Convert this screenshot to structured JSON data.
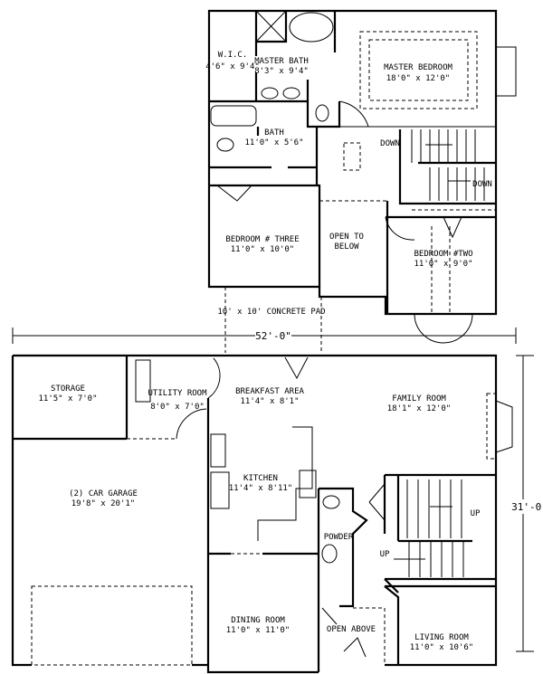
{
  "upper_floor": {
    "rooms": [
      {
        "name": "W.I.C.",
        "size": "4'6\" x 9'4\""
      },
      {
        "name": "MASTER BATH",
        "size": "8'3\" x 9'4\""
      },
      {
        "name": "MASTER BEDROOM",
        "size": "18'0\" x 12'0\""
      },
      {
        "name": "BATH",
        "size": "11'0\" x 5'6\""
      },
      {
        "name": "BEDROOM # THREE",
        "size": "11'0\" x 10'0\""
      },
      {
        "name": "OPEN TO",
        "size": "BELOW"
      },
      {
        "name": "BEDROOM #TWO",
        "size": "11'0\" x 9'0\""
      }
    ],
    "stair_labels": [
      "DOWN",
      "DOWN"
    ],
    "concrete_pad": "10' x 10' CONCRETE PAD"
  },
  "dimensions": {
    "width": "52'-0\"",
    "depth": "31'-0\""
  },
  "lower_floor": {
    "rooms": [
      {
        "name": "STORAGE",
        "size": "11'5\" x 7'0\""
      },
      {
        "name": "UTILITY ROOM",
        "size": "8'0\" x 7'0\""
      },
      {
        "name": "BREAKFAST AREA",
        "size": "11'4\" x 8'1\""
      },
      {
        "name": "FAMILY ROOM",
        "size": "18'1\" x 12'0\""
      },
      {
        "name": "(2) CAR GARAGE",
        "size": "19'8\" x 20'1\""
      },
      {
        "name": "KITCHEN",
        "size": "11'4\" x 8'11\""
      },
      {
        "name": "POWDER",
        "size": ""
      },
      {
        "name": "DINING ROOM",
        "size": "11'0\" x 11'0\""
      },
      {
        "name": "OPEN ABOVE",
        "size": ""
      },
      {
        "name": "LIVING ROOM",
        "size": "11'0\" x 10'6\""
      }
    ],
    "stair_labels": [
      "UP",
      "UP"
    ]
  }
}
